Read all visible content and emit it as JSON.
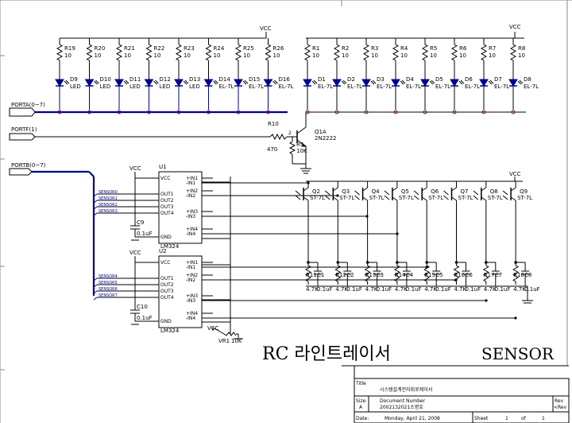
{
  "supply_label": "VCC",
  "ports": {
    "porta": "PORTA(0~7)",
    "portf": "PORTF(1)",
    "portb": "PORTB(0~7)"
  },
  "top_left": {
    "resistors": [
      "R19",
      "R20",
      "R21",
      "R22",
      "R23",
      "R24",
      "R25",
      "R26"
    ],
    "resistor_value": "10",
    "leds": [
      {
        "ref": "D9",
        "type": "LED"
      },
      {
        "ref": "D10",
        "type": "LED"
      },
      {
        "ref": "D11",
        "type": "LED"
      },
      {
        "ref": "D12",
        "type": "LED"
      },
      {
        "ref": "D13",
        "type": "LED"
      },
      {
        "ref": "D14",
        "type": "EL-7L"
      },
      {
        "ref": "D15",
        "type": "EL-7L"
      },
      {
        "ref": "D16",
        "type": "EL-7L"
      }
    ]
  },
  "top_right": {
    "resistors": [
      "R1",
      "R2",
      "R3",
      "R4",
      "R5",
      "R6",
      "R7",
      "R8"
    ],
    "resistor_value": "10",
    "leds": [
      {
        "ref": "D1",
        "type": "EL-7L"
      },
      {
        "ref": "D2",
        "type": "EL-7L"
      },
      {
        "ref": "D3",
        "type": "EL-7L"
      },
      {
        "ref": "D4",
        "type": "EL-7L"
      },
      {
        "ref": "D5",
        "type": "EL-7L"
      },
      {
        "ref": "D6",
        "type": "EL-7L"
      },
      {
        "ref": "D7",
        "type": "EL-7L"
      },
      {
        "ref": "D8",
        "type": "EL-7L"
      }
    ]
  },
  "transistor": {
    "ref": "Q1A",
    "part": "2N2222",
    "r10_ref": "R10",
    "r10_value": "470",
    "r9_ref": "R9",
    "r9_value": "10K"
  },
  "sensors": {
    "phototransistors": [
      "Q2",
      "Q3",
      "Q4",
      "Q5",
      "Q6",
      "Q7",
      "Q8",
      "Q9"
    ],
    "photo_type": "ST-7L",
    "load_resistors": [
      "R11",
      "R12",
      "R13",
      "R14",
      "R15",
      "R16",
      "R17",
      "R18"
    ],
    "load_value": "4.7K",
    "caps": [
      "C1",
      "C2",
      "C3",
      "C4",
      "C5",
      "C6",
      "C7",
      "C8"
    ],
    "cap_value": "0.1uF"
  },
  "comparators": [
    {
      "ref": "U1",
      "part": "LM324",
      "cap_ref": "C9",
      "cap_value": "0.1uF",
      "labels": [
        "SENSOR0",
        "SENSOR1",
        "SENSOR2",
        "SENSOR3"
      ]
    },
    {
      "ref": "U2",
      "part": "LM324",
      "cap_ref": "C10",
      "cap_value": "0.1uF",
      "labels": [
        "SENSOR4",
        "SENSOR5",
        "SENSOR6",
        "SENSOR7"
      ]
    }
  ],
  "opamp_pins": {
    "vcc": "VCC",
    "gnd": "GND",
    "outs": [
      "OUT1",
      "OUT2",
      "OUT3",
      "OUT4"
    ],
    "ins": [
      "+IN1",
      "-IN1",
      "+IN2",
      "-IN2",
      "+IN3",
      "-IN3",
      "+IN4",
      "-IN4"
    ]
  },
  "vr": {
    "ref": "VR1",
    "value": "10K"
  },
  "banner": {
    "korean": "RC 라인트레이서",
    "english": "SENSOR"
  },
  "title_block": {
    "title_label": "Title",
    "title_value": "시스템설계전자회로제이서",
    "size_label": "Size",
    "size_value": "A",
    "doc_label": "Document Number",
    "doc_value": "2002132021소병호",
    "rev_label": "Rev",
    "rev_value": "<Rev",
    "date_label": "Date:",
    "date_value": "Monday, April 21, 2008",
    "sheet_label": "Sheet",
    "sheet_value": "1",
    "of_label": "of",
    "of_value": "1"
  }
}
